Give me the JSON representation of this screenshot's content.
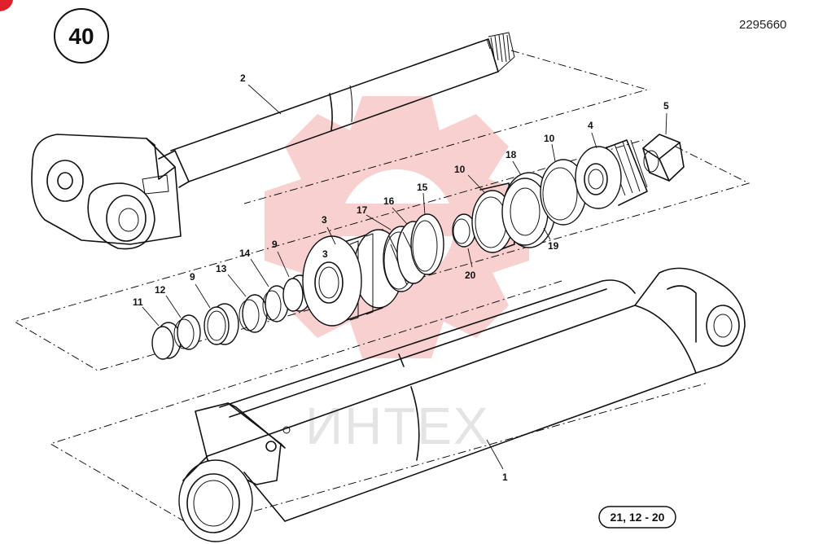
{
  "page_badge": "40",
  "doc_number": "2295660",
  "reference_code": "21, 12 - 20",
  "watermark": {
    "text": "ИНТЕХ",
    "color": "#f2a7a7"
  },
  "callouts": {
    "c1": "1",
    "c2": "2",
    "c3a": "3",
    "c3b": "3",
    "c4": "4",
    "c5": "5",
    "c9a": "9",
    "c9b": "9",
    "c10a": "10",
    "c10b": "10",
    "c11": "11",
    "c12": "12",
    "c13": "13",
    "c14": "14",
    "c15": "15",
    "c16": "16",
    "c17": "17",
    "c18": "18",
    "c19": "19",
    "c20": "20"
  }
}
